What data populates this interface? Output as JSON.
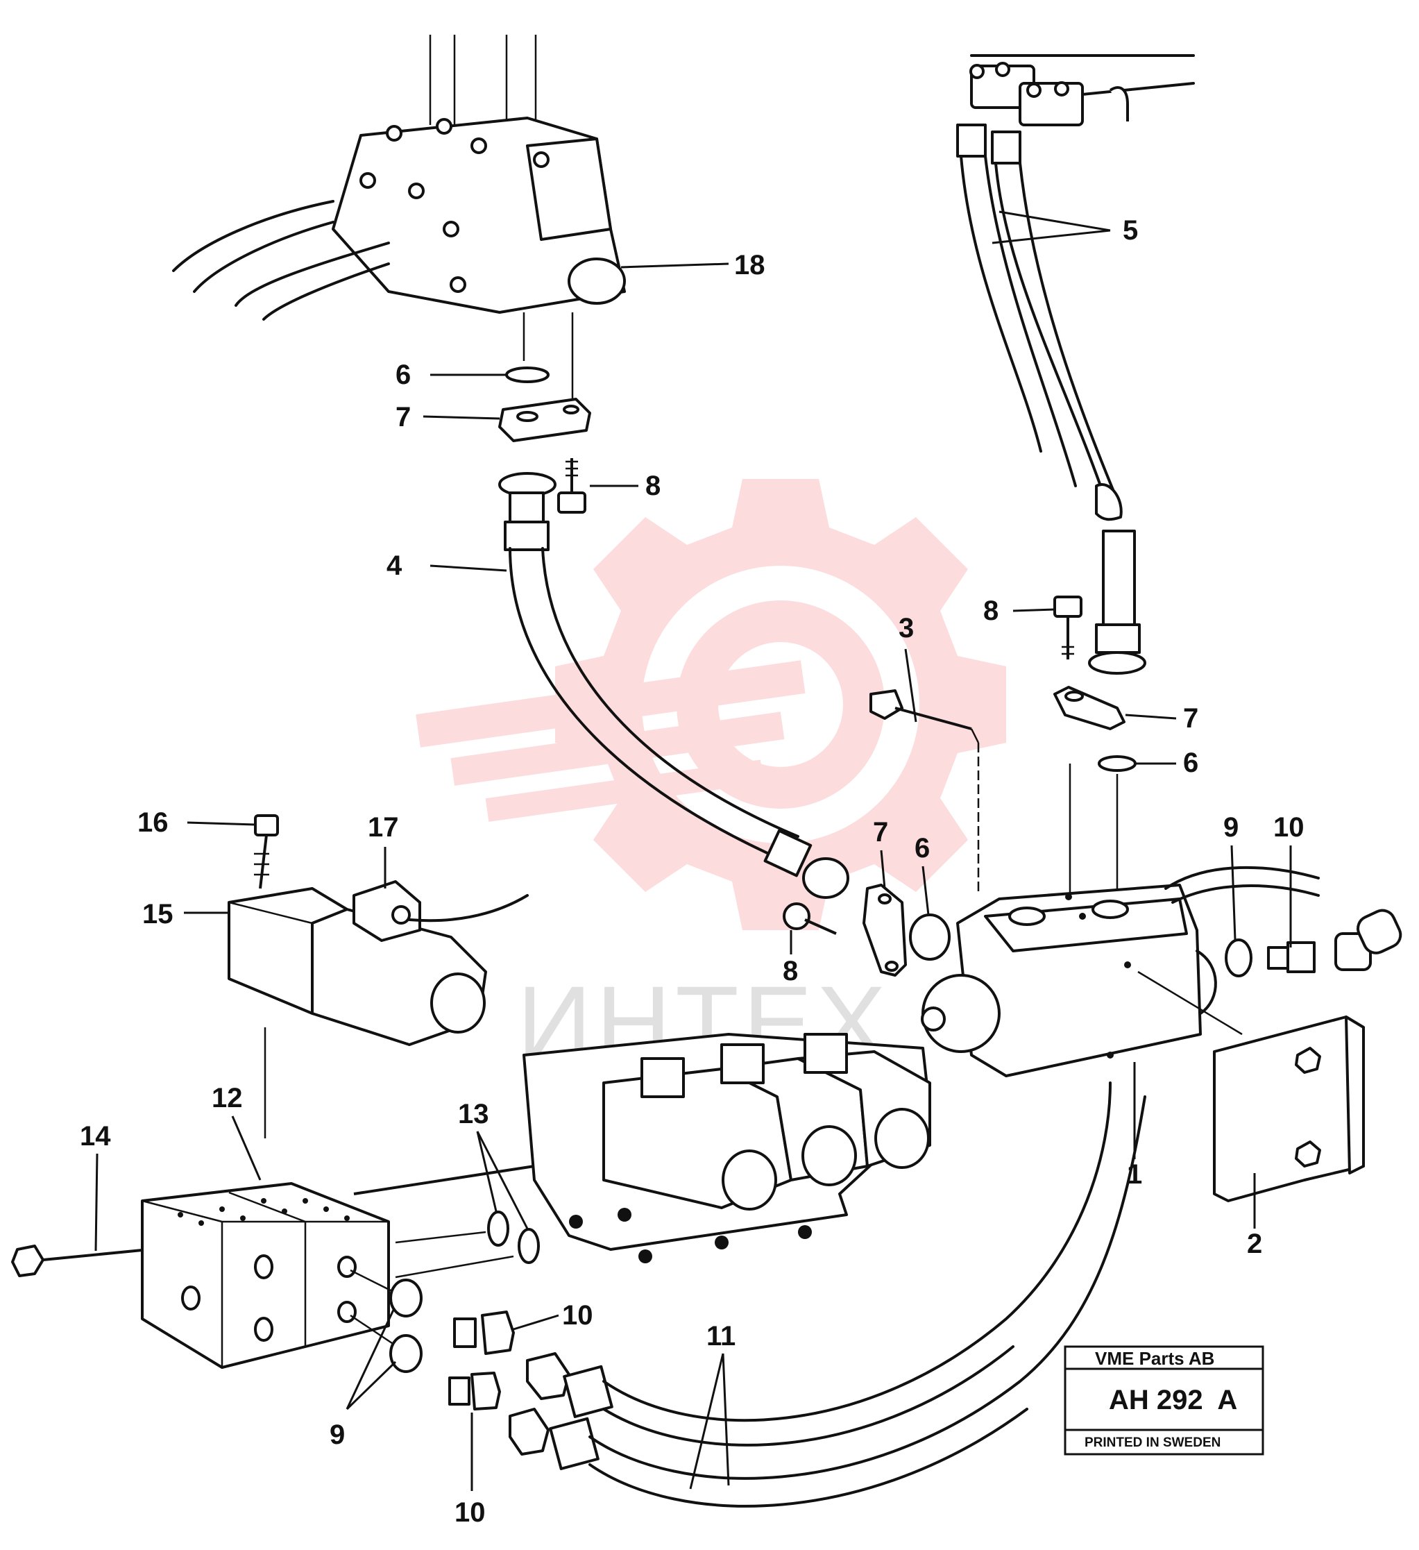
{
  "callouts": {
    "c1": "1",
    "c2": "2",
    "c3": "3",
    "c4": "4",
    "c5": "5",
    "c6a": "6",
    "c6b": "6",
    "c6c": "6",
    "c7a": "7",
    "c7b": "7",
    "c7c": "7",
    "c8a": "8",
    "c8b": "8",
    "c8c": "8",
    "c9a": "9",
    "c9b": "9",
    "c10a": "10",
    "c10b": "10",
    "c10c": "10",
    "c11": "11",
    "c12": "12",
    "c13": "13",
    "c14": "14",
    "c15": "15",
    "c16": "16",
    "c17": "17",
    "c18": "18"
  },
  "title_block": {
    "company": "VME Parts AB",
    "drawing_no": "AH 292  A",
    "printed": "PRINTED IN SWEDEN"
  },
  "watermark": {
    "text": "ИНТЕХ",
    "color": "#e8202a"
  }
}
